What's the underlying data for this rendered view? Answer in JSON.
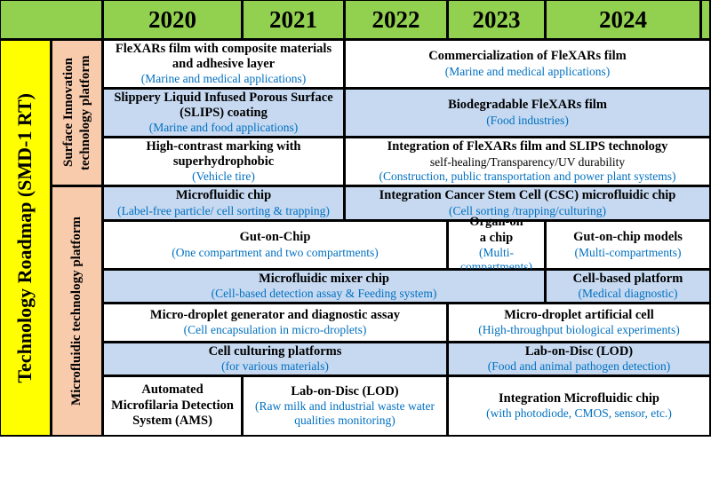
{
  "years": [
    "2020",
    "2021",
    "2022",
    "2023",
    "2024"
  ],
  "roadmap_title": "Technology Roadmap (SMD-1 RT)",
  "platforms": {
    "surface": "Surface Innovation technology platform",
    "microfluidic": "Microfluidic technology platform"
  },
  "colors": {
    "header": "#92d050",
    "roadmap_label": "#ffff00",
    "platform_label": "#f8cbad",
    "highlight_row": "#c6d9f1",
    "subtitle_text": "#0070c0"
  },
  "cells": {
    "flexars_composite": {
      "title": "FleXARs film with composite materials and adhesive layer",
      "sub": "(Marine and medical applications)"
    },
    "flexars_commercial": {
      "title": "Commercialization  of FleXARs film",
      "sub": "(Marine and medical applications)"
    },
    "slips": {
      "title": "Slippery Liquid Infused Porous Surface (SLIPS) coating",
      "sub": "(Marine and food applications)"
    },
    "biodegradable": {
      "title": "Biodegradable FleXARs film",
      "sub": "(Food industries)"
    },
    "high_contrast": {
      "title": "High-contrast marking with superhydrophobic",
      "sub": "(Vehicle tire)"
    },
    "integration_flexars": {
      "title": "Integration of FleXARs film and SLIPS technology",
      "note": "self-healing/Transparency/UV durability",
      "sub": "(Construction, public transportation and power plant systems)"
    },
    "microfluidic_chip": {
      "title": "Microfluidic chip",
      "sub": "(Label-free particle/ cell sorting & trapping)"
    },
    "csc_chip": {
      "title": "Integration Cancer Stem Cell (CSC) microfluidic chip",
      "sub": "(Cell sorting /trapping/culturing)"
    },
    "gut_on_chip": {
      "title": "Gut-on-Chip",
      "sub": "(One compartment and two compartments)"
    },
    "organ_on_chip": {
      "title": "Organ-on a chip",
      "sub": "(Multi-compartments)"
    },
    "gut_models": {
      "title": "Gut-on-chip models",
      "sub": "(Multi-compartments)"
    },
    "mixer_chip": {
      "title": "Microfluidic mixer chip",
      "sub": "(Cell-based detection assay & Feeding system)"
    },
    "cell_platform": {
      "title": "Cell-based platform",
      "sub": "(Medical diagnostic)"
    },
    "droplet_generator": {
      "title": "Micro-droplet generator and diagnostic assay",
      "sub": "(Cell encapsulation in micro-droplets)"
    },
    "droplet_cell": {
      "title": "Micro-droplet artificial cell",
      "sub": "(High-throughput biological experiments)"
    },
    "cell_culturing": {
      "title": "Cell culturing platforms",
      "sub": "(for various materials)"
    },
    "lod_food": {
      "title": "Lab-on-Disc (LOD)",
      "sub": "(Food and animal pathogen detection)"
    },
    "ams": {
      "title": "Automated Microfilaria Detection System (AMS)"
    },
    "lod_milk": {
      "title": "Lab-on-Disc (LOD)",
      "sub": "(Raw milk and industrial waste water qualities monitoring)"
    },
    "integration_chip": {
      "title": "Integration Microfluidic chip",
      "sub": "(with photodiode, CMOS, sensor, etc.)"
    }
  }
}
